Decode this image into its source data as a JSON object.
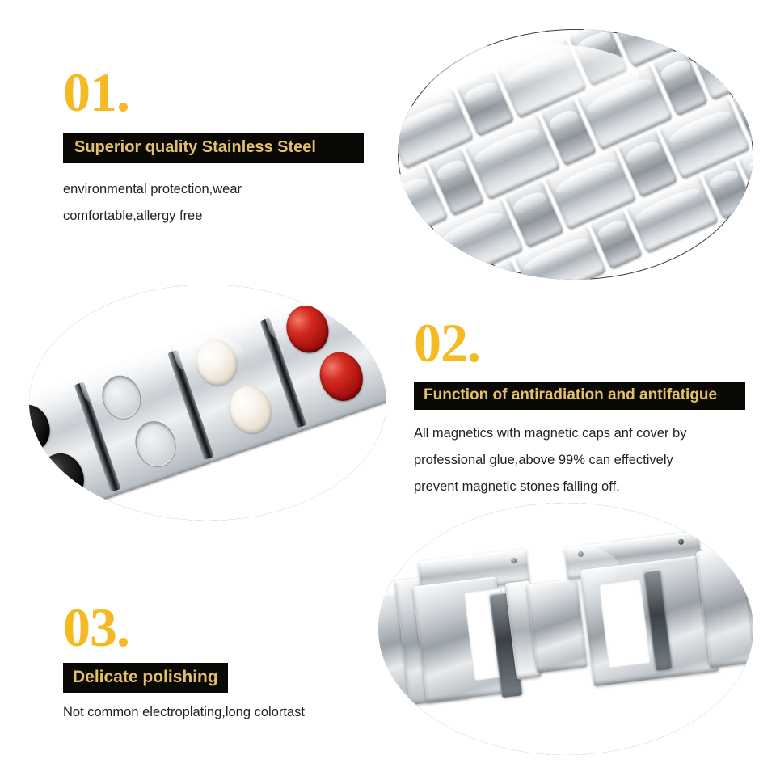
{
  "page": {
    "background_color": "#ffffff",
    "accent_number_color": "#F5B924",
    "banner_background_color": "#0a0906",
    "banner_text_color": "#E3C069",
    "body_text_color": "#221f1f"
  },
  "sections": [
    {
      "number": "01.",
      "banner": "Superior quality  Stainless Steel",
      "body_lines": [
        "environmental protection,wear",
        "comfortable,allergy free"
      ],
      "photo": {
        "name": "stainless-steel-bracelet-links-photo",
        "subject": "brushed stainless steel bracelet links",
        "shape": "ellipse"
      }
    },
    {
      "number": "02.",
      "banner": "Function of antiradiation and antifatigue",
      "body_lines": [
        "All magnetics with magnetic caps anf cover by",
        "professional glue,above 99% can effectively",
        "prevent magnetic stones falling off."
      ],
      "photo": {
        "name": "magnetic-stones-bracelet-photo",
        "subject": "bracelet links set with black, white and red magnetic stones",
        "shape": "ellipse",
        "stone_colors": [
          "#0a0a0a",
          "#f5efe2",
          "#c22019"
        ]
      }
    },
    {
      "number": "03.",
      "banner": "Delicate polishing",
      "body_lines": [
        "Not common electroplating,long colortast"
      ],
      "photo": {
        "name": "folding-clasp-photo",
        "subject": "polished stainless steel fold-over deployant clasp",
        "shape": "ellipse"
      }
    }
  ]
}
